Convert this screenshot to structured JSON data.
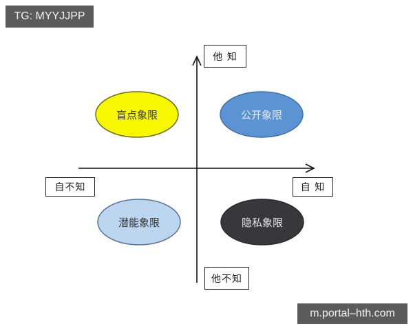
{
  "watermarks": {
    "top_left": "TG: MYYJJPP",
    "bottom_right": "m.portal–hth.com"
  },
  "axes": {
    "y_top_label": "他 知",
    "y_bottom_label": "他不知",
    "x_left_label": "自不知",
    "x_right_label": "自 知"
  },
  "quadrants": [
    {
      "id": "blind",
      "label": "盲点象限",
      "position": "top-left",
      "fill": "#f7f700",
      "stroke": "#6b6b20",
      "text_color": "#333333"
    },
    {
      "id": "open",
      "label": "公开象限",
      "position": "top-right",
      "fill": "#5b93d3",
      "stroke": "#3f6fa8",
      "text_color": "#e8eef8"
    },
    {
      "id": "potential",
      "label": "潜能象限",
      "position": "bottom-left",
      "fill": "#bcd6ef",
      "stroke": "#5a7393",
      "text_color": "#333333"
    },
    {
      "id": "private",
      "label": "隐私象限",
      "position": "bottom-right",
      "fill": "#38383a",
      "stroke": "#2a2a2a",
      "text_color": "#e6e6e6"
    }
  ]
}
